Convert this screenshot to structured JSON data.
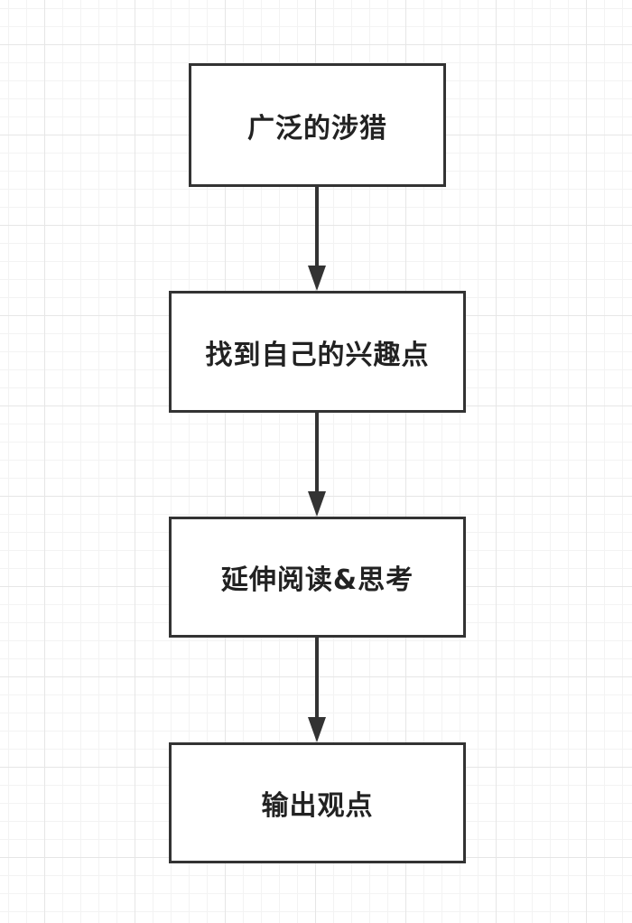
{
  "diagram": {
    "type": "flowchart",
    "direction": "top-to-bottom",
    "nodes": [
      {
        "id": "n1",
        "label": "广泛的涉猎"
      },
      {
        "id": "n2",
        "label": "找到自己的兴趣点"
      },
      {
        "id": "n3",
        "label": "延伸阅读&思考"
      },
      {
        "id": "n4",
        "label": "输出观点"
      }
    ],
    "edges": [
      {
        "from": "n1",
        "to": "n2"
      },
      {
        "from": "n2",
        "to": "n3"
      },
      {
        "from": "n3",
        "to": "n4"
      }
    ]
  },
  "colors": {
    "stroke": "#333333",
    "text": "#222222",
    "grid": "#e6e6e6",
    "background": "#ffffff"
  }
}
